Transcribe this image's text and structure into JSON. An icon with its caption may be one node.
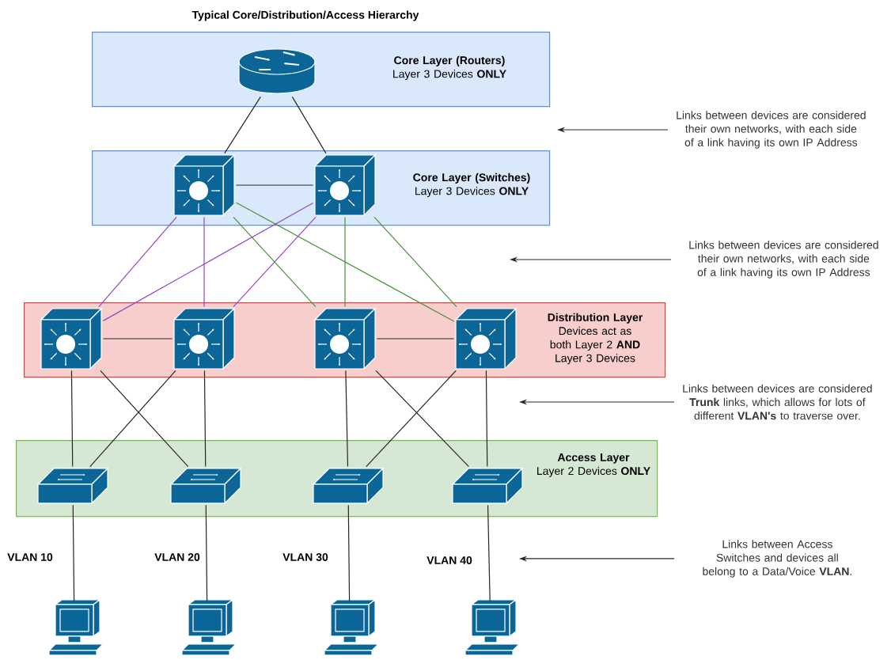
{
  "diagram": {
    "title": "Typical Core/Distribution/Access Hierarchy",
    "nodes": [
      {
        "text": [
          "Core Layer (Routers)",
          "Layer 3 Devices **ONLY**"
        ]
      },
      {
        "text": [],
        "shape": "router",
        "in": 0
      },
      {
        "text": [
          "Core Layer (Switches)",
          "Layer 3 Devices **ONLY**"
        ]
      },
      {
        "text": [],
        "shape": "switch",
        "in": 2
      },
      {
        "text": [],
        "shape": "switch",
        "in": 2
      },
      {
        "text": [
          "Distribution Layer",
          "Devices act as both Layer 2 **AND** Layer 3 Devices"
        ]
      },
      {
        "text": [],
        "shape": "switch",
        "in": 5
      },
      {
        "text": [],
        "shape": "switch",
        "in": 5
      },
      {
        "text": [],
        "shape": "switch",
        "in": 5
      },
      {
        "text": [],
        "shape": "switch",
        "in": 5
      },
      {
        "text": [
          "Access Layer",
          "Layer 2 Devices **ONLY**"
        ]
      },
      {
        "text": [],
        "shape": "switch",
        "in": 10
      },
      {
        "text": [],
        "shape": "switch",
        "in": 10
      },
      {
        "text": [],
        "shape": "switch",
        "in": 10
      },
      {
        "text": [],
        "shape": "switch",
        "in": 10
      },
      {
        "text": [],
        "shape": "computer"
      },
      {
        "text": [],
        "shape": "computer"
      },
      {
        "text": [],
        "shape": "computer"
      },
      {
        "text": [],
        "shape": "computer"
      },
      {
        "text": [
          "Links between devices are considered their own networks, with each side of a link having its own IP Address"
        ]
      },
      {
        "text": [
          "Links between devices are considered their own networks, with each side of a link having its own IP Address"
        ]
      },
      {
        "text": [
          "Links between devices are considered **Trunk** links, which allows for lots of different **VLAN's** to traverse over."
        ]
      },
      {
        "text": [
          "Links between Access Switches and devices all belong to a Data/Voice **VLAN**."
        ]
      }
    ],
    "edges": [
      {
        "from": 1,
        "to": 3,
        "arrow": "none"
      },
      {
        "from": 1,
        "to": 4,
        "arrow": "none"
      },
      {
        "from": 3,
        "to": 4,
        "arrow": "none"
      },
      {
        "from": 3,
        "to": 6,
        "arrow": "none",
        "color": "#9445c9"
      },
      {
        "from": 3,
        "to": 7,
        "arrow": "none",
        "color": "#9445c9"
      },
      {
        "from": 3,
        "to": 8,
        "arrow": "none",
        "color": "#4a8f3a"
      },
      {
        "from": 3,
        "to": 9,
        "arrow": "none",
        "color": "#4a8f3a"
      },
      {
        "from": 4,
        "to": 6,
        "arrow": "none",
        "color": "#9445c9"
      },
      {
        "from": 4,
        "to": 7,
        "arrow": "none",
        "color": "#9445c9"
      },
      {
        "from": 4,
        "to": 8,
        "arrow": "none",
        "color": "#4a8f3a"
      },
      {
        "from": 4,
        "to": 9,
        "arrow": "none",
        "color": "#4a8f3a"
      },
      {
        "from": 6,
        "to": 7,
        "arrow": "none"
      },
      {
        "from": 8,
        "to": 9,
        "arrow": "none"
      },
      {
        "from": 6,
        "to": 11,
        "arrow": "none"
      },
      {
        "from": 6,
        "to": 12,
        "arrow": "none"
      },
      {
        "from": 7,
        "to": 11,
        "arrow": "none"
      },
      {
        "from": 7,
        "to": 12,
        "arrow": "none"
      },
      {
        "from": 8,
        "to": 13,
        "arrow": "none"
      },
      {
        "from": 8,
        "to": 14,
        "arrow": "none"
      },
      {
        "from": 9,
        "to": 13,
        "arrow": "none"
      },
      {
        "from": 9,
        "to": 14,
        "arrow": "none"
      },
      {
        "from": 11,
        "to": 15,
        "arrow": "none"
      },
      {
        "from": 12,
        "to": 16,
        "arrow": "none"
      },
      {
        "from": 13,
        "to": 17,
        "arrow": "none"
      },
      {
        "from": 14,
        "to": 18,
        "arrow": "none"
      },
      {
        "from": 19,
        "to": null,
        "arrow": "to"
      },
      {
        "from": 20,
        "to": null,
        "arrow": "to"
      },
      {
        "from": 21,
        "to": null,
        "arrow": "to"
      },
      {
        "from": 22,
        "to": null,
        "arrow": "to"
      }
    ],
    "labels": [
      "VLAN 10",
      "VLAN 20",
      "VLAN 30",
      "VLAN 40"
    ]
  }
}
